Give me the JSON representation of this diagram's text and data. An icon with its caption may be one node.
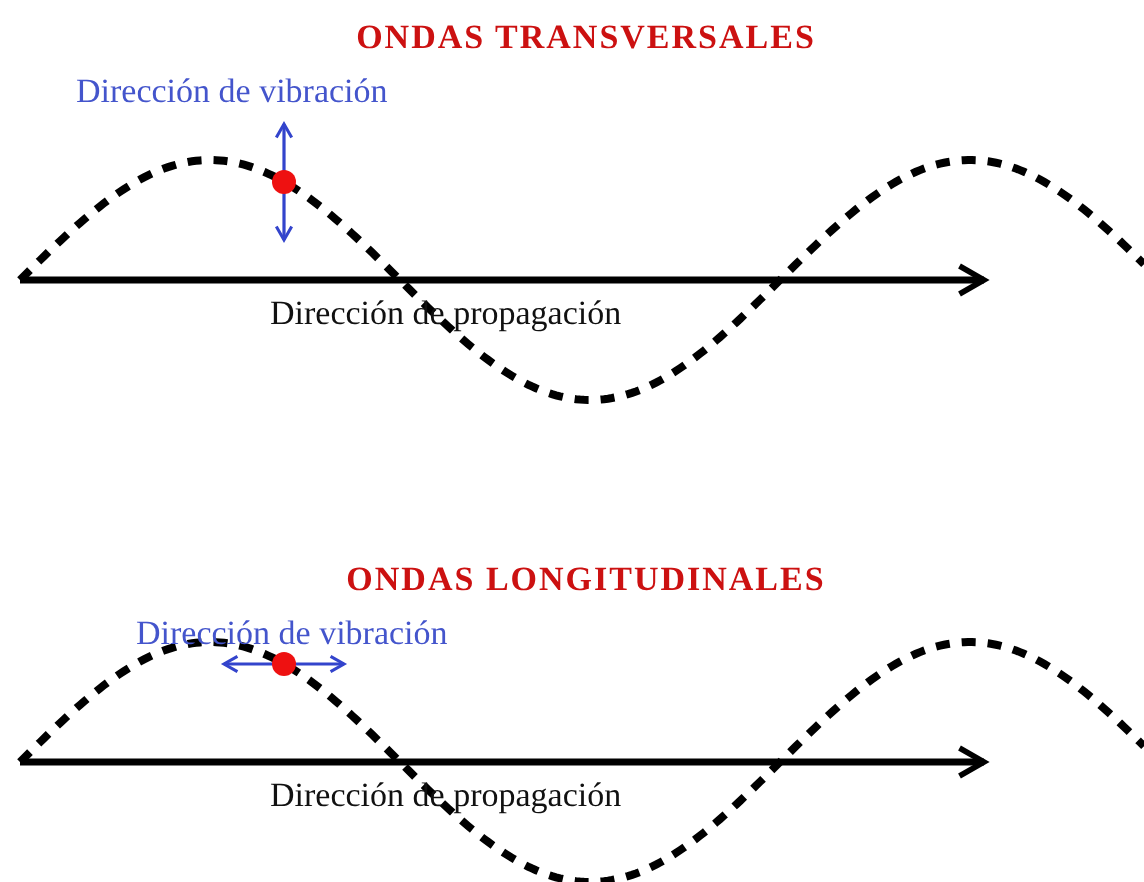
{
  "diagram": {
    "labels": [
      "ONDAS TRANSVERSALES",
      "Dirección de vibración",
      "Dirección de propagación",
      "ONDAS LONGITUDINALES",
      "Dirección de vibración",
      "Dirección de propagación"
    ]
  }
}
